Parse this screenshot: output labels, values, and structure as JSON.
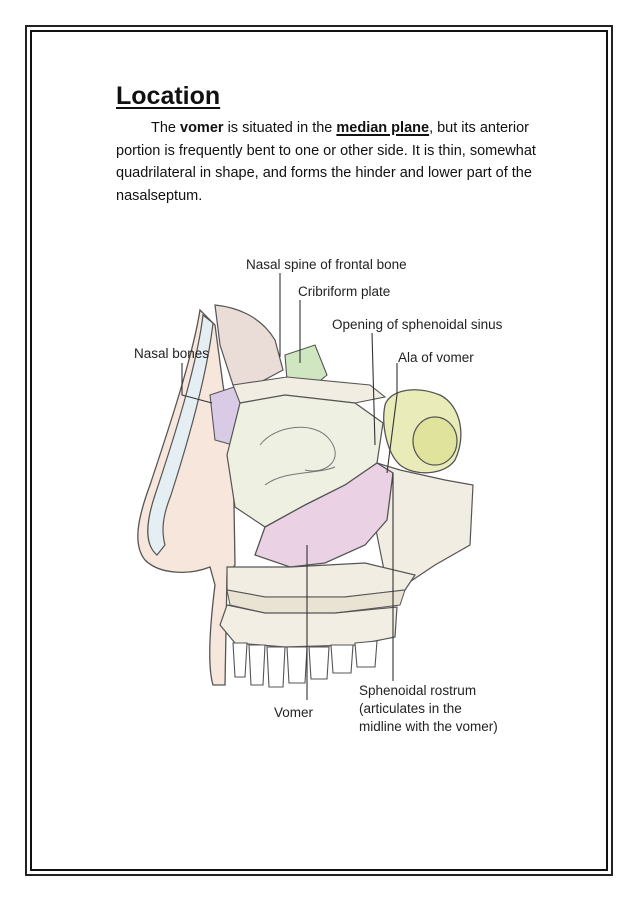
{
  "section": {
    "heading": "Location"
  },
  "paragraph": {
    "part1": "The ",
    "vomer": "vomer",
    "part2": " is situated in the ",
    "median_plane": "median plane",
    "part3": ", but its anterior portion is frequently bent to one or other side. It is thin, somewhat quadrilateral in shape, and forms the hinder and lower part of the",
    "last_line": "nasalseptum."
  },
  "figure": {
    "labels": {
      "nasal_spine": "Nasal spine of frontal bone",
      "cribriform": "Cribriform plate",
      "sphenoidal_opening": "Opening of sphenoidal sinus",
      "nasal_bones": "Nasal bones",
      "ala_vomer": "Ala of vomer",
      "vomer": "Vomer",
      "rostrum_1": "Sphenoidal rostrum",
      "rostrum_2": "(articulates in the",
      "rostrum_3": "midline with the vomer)"
    },
    "colors": {
      "vomer_pink": "#ead1e4",
      "cribriform_green": "#cfe6c0",
      "sinus_yellow": "#e9ecb8",
      "nasal_lavender": "#d9cbe6",
      "bone": "#f1ede3"
    }
  }
}
